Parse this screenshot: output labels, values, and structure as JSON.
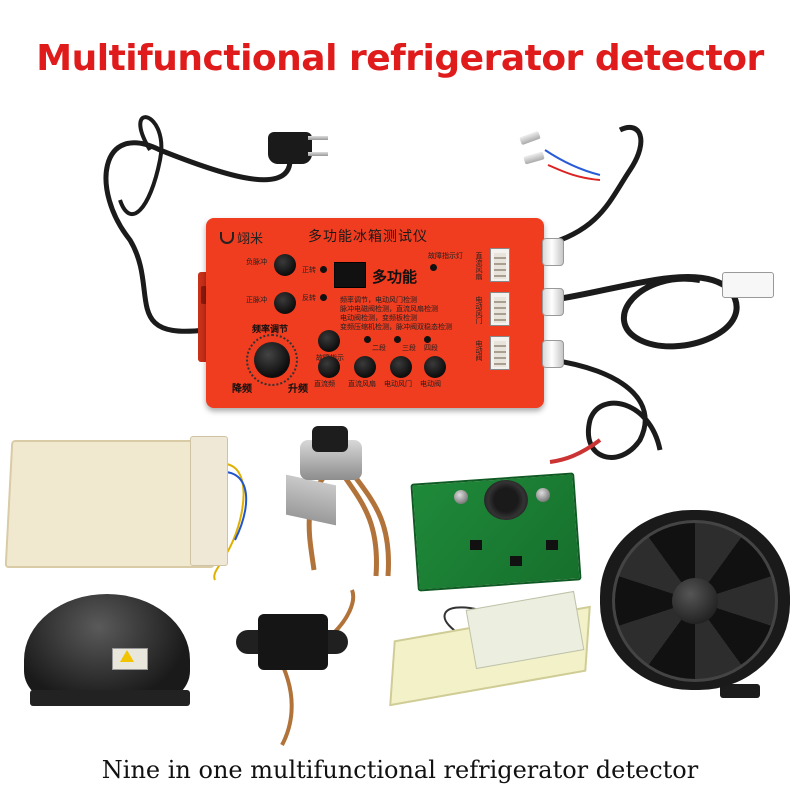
{
  "headline": {
    "text": "Multifunctional refrigerator detector",
    "color": "#e01b1b"
  },
  "footer": {
    "caption": "Nine in one multifunctional refrigerator detector"
  },
  "device": {
    "body_color": "#f03c1f",
    "brand": "翊米",
    "title": "多功能冰箱测试仪",
    "mode_label": "多功能",
    "indicator_label": "故障指示灯",
    "labels": {
      "negative_pulse": "负脉冲",
      "positive_pulse": "正脉冲",
      "forward": "正转",
      "reverse": "反转",
      "freq_adjust": "频率调节",
      "down": "降频",
      "up": "升频",
      "fault_ind": "故障指示",
      "two_stage": "二段",
      "three_stage": "三段",
      "four_stage": "四段",
      "dc_freq": "直流频",
      "dc_fan": "直流风扇",
      "electric_damper": "电动风门",
      "electric_valve": "电动阀"
    },
    "description_lines": [
      "频率调节，电动风门检测",
      "脉冲电磁阀检测，直流风扇检测",
      "电动阀检测，变频板检测",
      "变频压缩机检测，脉冲阀双稳态检测"
    ],
    "port_labels": [
      "直流风扇",
      "电动风门",
      "电动阀"
    ]
  },
  "components": [
    {
      "name": "heater-board"
    },
    {
      "name": "solenoid-valve"
    },
    {
      "name": "inverter-pcb"
    },
    {
      "name": "centrifugal-fan"
    },
    {
      "name": "compressor"
    },
    {
      "name": "electric-damper"
    },
    {
      "name": "drain-heater"
    }
  ]
}
